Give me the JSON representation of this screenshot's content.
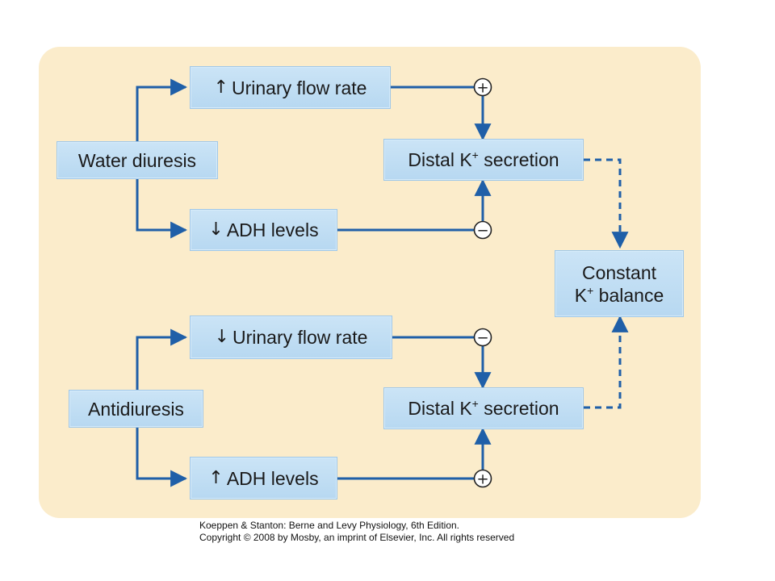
{
  "diagram": {
    "top": {
      "source": "Water diuresis",
      "upper": {
        "symbol": "↑",
        "label": "Urinary flow rate",
        "effect": "+"
      },
      "lower": {
        "symbol": "↓",
        "label": "ADH levels",
        "effect": "−"
      },
      "target": {
        "label": "Distal K",
        "sup": "+",
        "rest": " secretion"
      }
    },
    "bottom": {
      "source": "Antidiuresis",
      "upper": {
        "symbol": "↓",
        "label": "Urinary flow rate",
        "effect": "−"
      },
      "lower": {
        "symbol": "↑",
        "label": "ADH levels",
        "effect": "+"
      },
      "target": {
        "label": "Distal K",
        "sup": "+",
        "rest": " secretion"
      }
    },
    "result": {
      "line1": "Constant",
      "line2_pre": "K",
      "line2_sup": "+",
      "line2_rest": " balance"
    }
  },
  "credit": {
    "line1": "Koeppen & Stanton: Berne and Levy Physiology, 6th Edition.",
    "line2": "Copyright © 2008 by Mosby, an imprint of Elsevier, Inc. All rights reserved"
  },
  "colors": {
    "panel": "#fbeccb",
    "box": "#c2ddf3",
    "arrow": "#1f5fa8"
  }
}
